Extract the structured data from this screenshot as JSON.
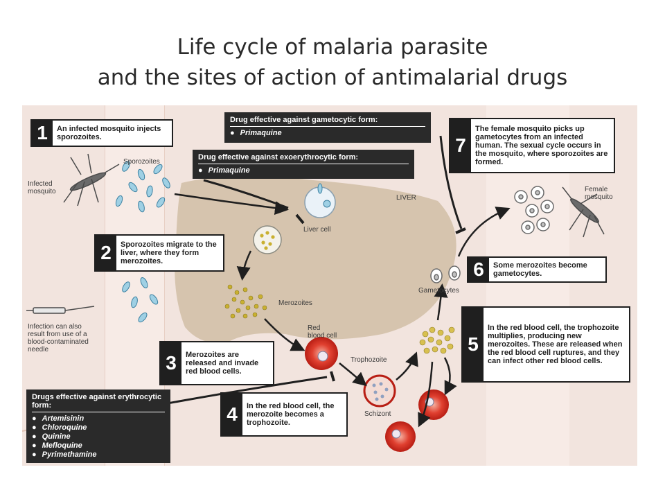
{
  "title": {
    "line1": "Life cycle of malaria parasite",
    "line2": "and the sites of action of antimalarial drugs"
  },
  "steps": [
    {
      "num": "1",
      "text": "An infected mosquito injects sporozoites."
    },
    {
      "num": "2",
      "text": "Sporozoites migrate to the liver, where they form merozoites."
    },
    {
      "num": "3",
      "text": "Merozoites are released and invade red blood cells."
    },
    {
      "num": "4",
      "text": "In the red blood cell, the merozoite becomes a trophozoite."
    },
    {
      "num": "5",
      "text": "In the red blood cell, the trophozoite multiplies, producing new merozoites. These are released when the red blood cell ruptures, and they can infect other red blood cells."
    },
    {
      "num": "6",
      "text": "Some merozoites become gametocytes."
    },
    {
      "num": "7",
      "text": "The female mosquito picks up gametocytes from an infected human. The sexual cycle occurs in the mosquito, where sporozoites are formed."
    }
  ],
  "drug_boxes": {
    "gametocytic": {
      "heading": "Drug effective against gametocytic form:",
      "drugs": [
        "Primaquine"
      ]
    },
    "exoerythrocytic": {
      "heading": "Drug effective against exoerythrocytic form:",
      "drugs": [
        "Primaquine"
      ]
    },
    "erythrocytic": {
      "heading": "Drugs effective against erythrocytic form:",
      "drugs": [
        "Artemisinin",
        "Chloroquine",
        "Quinine",
        "Mefloquine",
        "Pyrimethamine"
      ]
    }
  },
  "labels": {
    "sporozoites": "Sporozoites",
    "infected_mosquito": "Infected mosquito",
    "liver": "LIVER",
    "liver_cell": "Liver cell",
    "merozoites": "Merozoites",
    "red_blood_cell": "Red blood cell",
    "trophozoite": "Trophozoite",
    "schizont": "Schizont",
    "gametocytes": "Gametocytes",
    "female_mosquito": "Female mosquito",
    "needle_note": "Infection can also result from use of a blood-contaminated needle"
  },
  "colors": {
    "background": "#f2e4de",
    "liver": "#d6c4ae",
    "box_dark": "#2a2a2a",
    "red_cell": "#d42a1e",
    "sporozoite": "#9fd0e4",
    "merozoite": "#c9b030"
  }
}
